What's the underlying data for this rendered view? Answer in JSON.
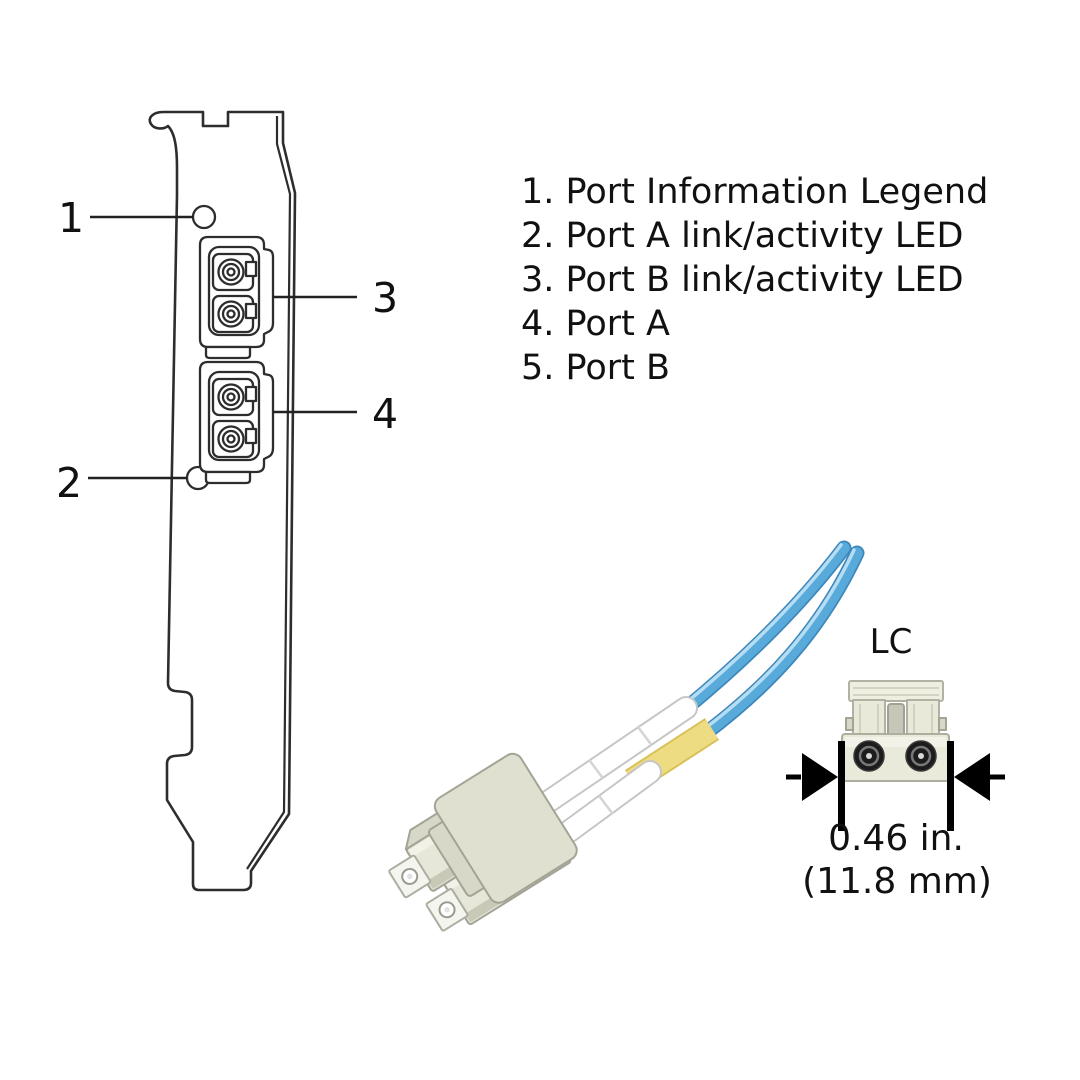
{
  "legend": {
    "items": [
      "1. Port Information Legend",
      "2. Port A link/activity LED",
      "3. Port B link/activity LED",
      "4. Port A",
      "5. Port B"
    ]
  },
  "callouts": {
    "items": [
      {
        "label": "1"
      },
      {
        "label": "2"
      },
      {
        "label": "3"
      },
      {
        "label": "4"
      }
    ]
  },
  "lc_detail": {
    "title": "LC",
    "width_inches": "0.46 in.",
    "width_mm": "(11.8 mm)"
  },
  "icons": [
    "bracket-outline-icon",
    "lc-port-icon",
    "led-hole-icon",
    "fiber-cable-icon",
    "lc-duplex-connector-icon",
    "lc-front-view-icon",
    "dimension-arrow-icon"
  ],
  "colors": {
    "background": "#ffffff",
    "line_art": "#2d2d2d",
    "cable_blue": "#58aadb",
    "cable_blue_dark": "#3e87ba",
    "cable_highlight": "#b5ddf3",
    "cable_yellow": "#eedc82",
    "cable_yellow_dark": "#d9c159",
    "connector_beige": "#e7e7d9",
    "connector_beige_shade": "#c9c9b8",
    "connector_stroke": "#a3a396",
    "dimension_black": "#000000",
    "text": "#111111"
  }
}
